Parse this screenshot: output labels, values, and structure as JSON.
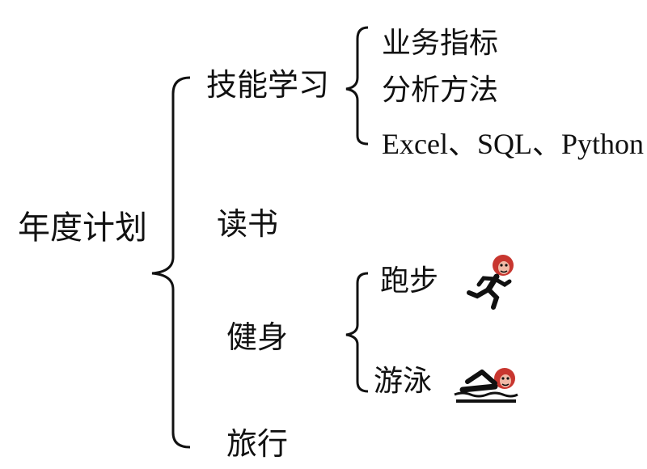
{
  "root": {
    "label": "年度计划"
  },
  "branches": [
    {
      "label": "技能学习",
      "children": [
        "业务指标",
        "分析方法",
        "Excel、SQL、Python"
      ]
    },
    {
      "label": "读书"
    },
    {
      "label": "健身",
      "children": [
        "跑步",
        "游泳"
      ]
    },
    {
      "label": "旅行"
    }
  ],
  "colors": {
    "line": "#111111",
    "text": "#111111",
    "face": "#c8362f",
    "face_light": "#f0b9a6"
  },
  "icons": [
    "runner-icon",
    "swimmer-icon"
  ]
}
